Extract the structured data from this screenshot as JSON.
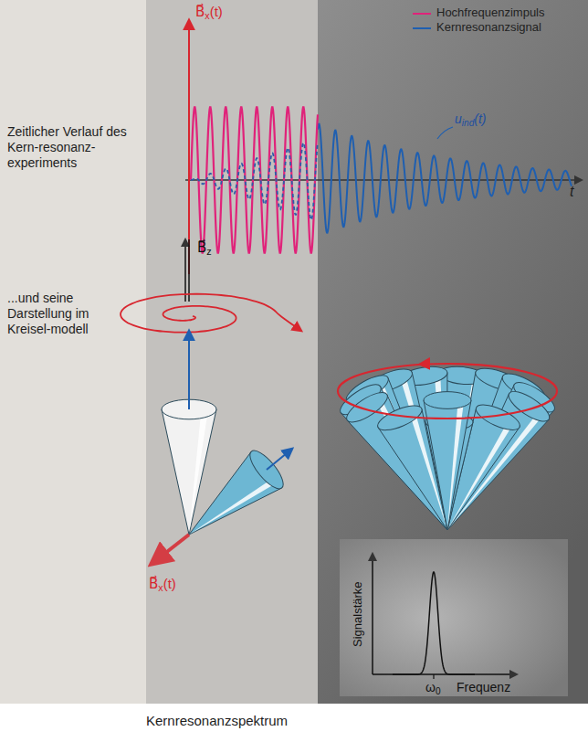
{
  "diagram": {
    "caption": "Kernresonanzspektrum",
    "labels": [
      "Zeitlicher Verlauf des Kern-resonanz-experiments",
      "...und seine Darstellung im Kreisel-modell",
      "B⃗x(t)",
      "uind(t)",
      "t",
      "B⃗z",
      "B⃗x(t)",
      "Signalstärke",
      "ω0",
      "Frequenz"
    ],
    "legend": [
      {
        "text": "Hochfrequenzimpuls"
      },
      {
        "text": "Kernresonanzsignal"
      }
    ]
  }
}
